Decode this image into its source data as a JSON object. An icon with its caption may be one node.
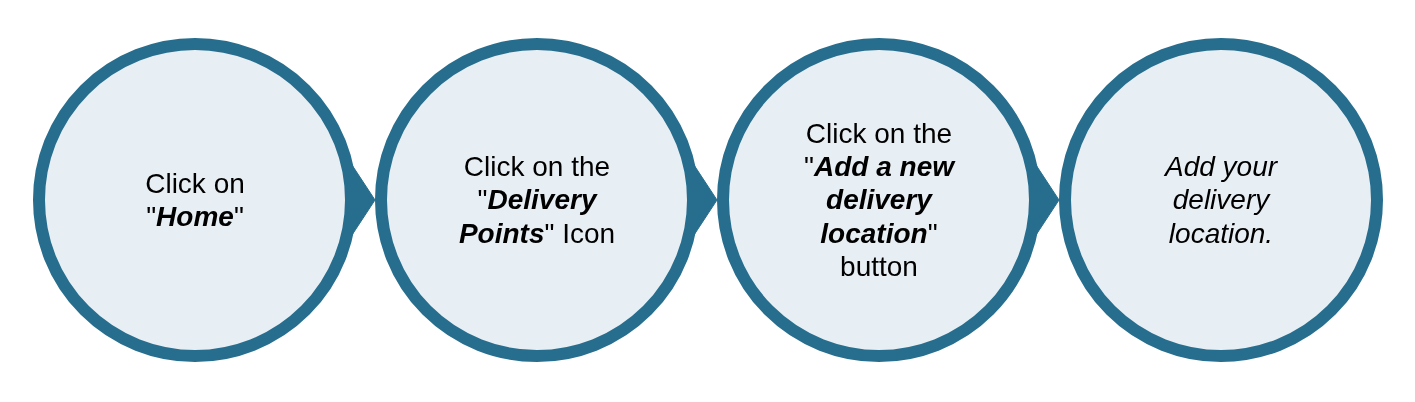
{
  "diagram": {
    "nodes": [
      {
        "text": [
          "Click on \"**Home**\""
        ]
      },
      {
        "text": [
          "Click on the \"**Delivery Points**\" Icon"
        ]
      },
      {
        "text": [
          "Click on the \"**Add a new delivery location**\" button"
        ]
      },
      {
        "text": [
          "Add your delivery location."
        ]
      }
    ],
    "edges": [
      {
        "from": 0,
        "to": 1,
        "arrow": "to"
      },
      {
        "from": 1,
        "to": 2,
        "arrow": "to"
      },
      {
        "from": 2,
        "to": 3,
        "arrow": "to"
      }
    ]
  }
}
